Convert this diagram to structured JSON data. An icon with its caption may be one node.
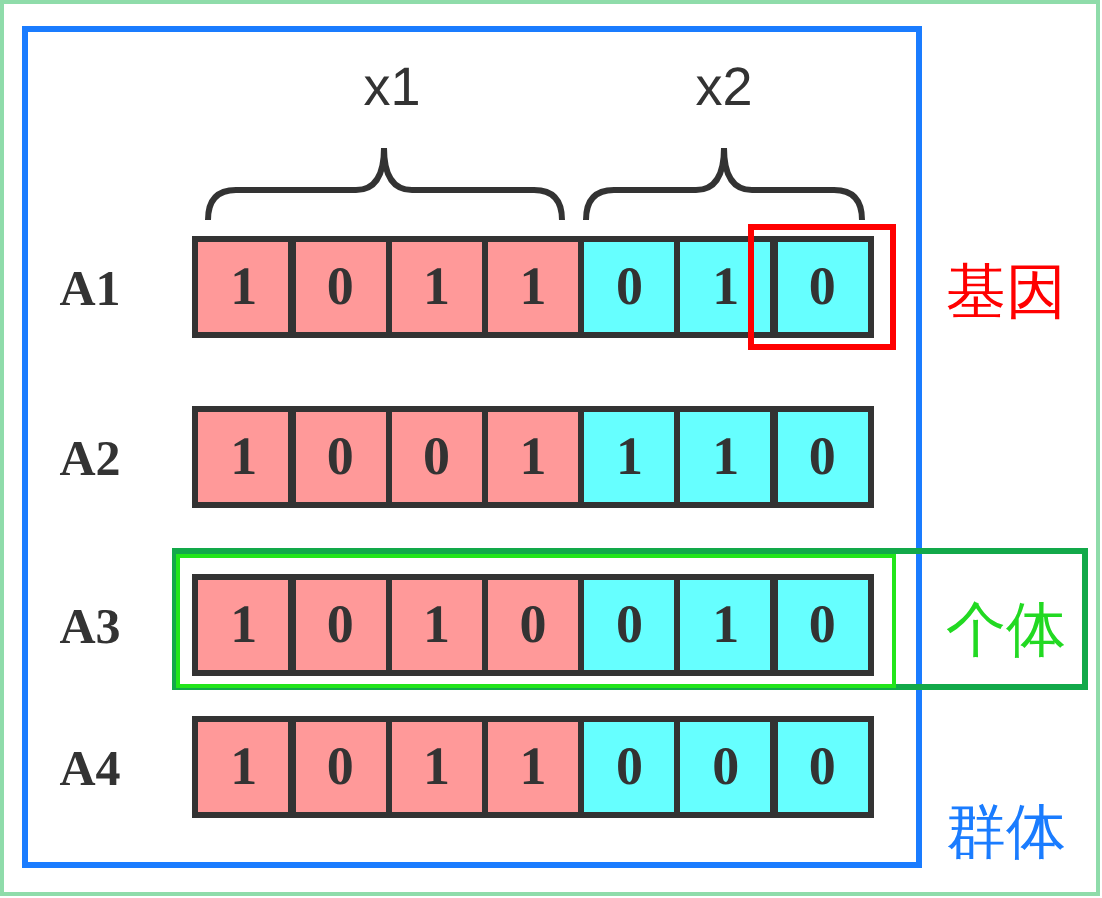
{
  "diagram": {
    "nodes": [
      {
        "text": [],
        "shape": "box",
        "beside": [
          "群体"
        ]
      },
      {
        "text": [],
        "shape": "box",
        "beside": [
          "基因"
        ],
        "in": 0
      },
      {
        "text": [
          "1"
        ],
        "in": 0
      },
      {
        "text": [
          "0"
        ],
        "in": 0
      },
      {
        "text": [
          "1"
        ],
        "in": 0
      },
      {
        "text": [
          "1"
        ],
        "in": 0
      },
      {
        "text": [
          "0"
        ],
        "in": 0
      },
      {
        "text": [
          "1"
        ],
        "in": 0
      },
      {
        "text": [
          "0"
        ],
        "in": 1
      },
      {
        "text": [
          "1"
        ],
        "in": 0
      },
      {
        "text": [
          "0"
        ],
        "in": 0
      },
      {
        "text": [
          "0"
        ],
        "in": 0
      },
      {
        "text": [
          "1"
        ],
        "in": 0
      },
      {
        "text": [
          "1"
        ],
        "in": 0
      },
      {
        "text": [
          "1"
        ],
        "in": 0
      },
      {
        "text": [
          "0"
        ],
        "in": 0
      },
      {
        "text": [
          "个体"
        ]
      },
      {
        "text": [],
        "shape": "box",
        "in": 16
      },
      {
        "text": [
          "1"
        ],
        "in": 17
      },
      {
        "text": [
          "0"
        ],
        "in": 17
      },
      {
        "text": [
          "1"
        ],
        "in": 17
      },
      {
        "text": [
          "0"
        ],
        "in": 17
      },
      {
        "text": [
          "0"
        ],
        "in": 17
      },
      {
        "text": [
          "1"
        ],
        "in": 17
      },
      {
        "text": [
          "0"
        ],
        "in": 17
      },
      {
        "text": [
          "1"
        ],
        "in": 0
      },
      {
        "text": [
          "0"
        ],
        "in": 0
      },
      {
        "text": [
          "1"
        ],
        "in": 0
      },
      {
        "text": [
          "1"
        ],
        "in": 0
      },
      {
        "text": [
          "0"
        ],
        "in": 0
      },
      {
        "text": [
          "0"
        ],
        "in": 0
      },
      {
        "text": [
          "0"
        ],
        "in": 0
      }
    ],
    "labels": [
      "x1",
      "x2",
      "A1",
      "A2",
      "A3",
      "A4"
    ]
  }
}
